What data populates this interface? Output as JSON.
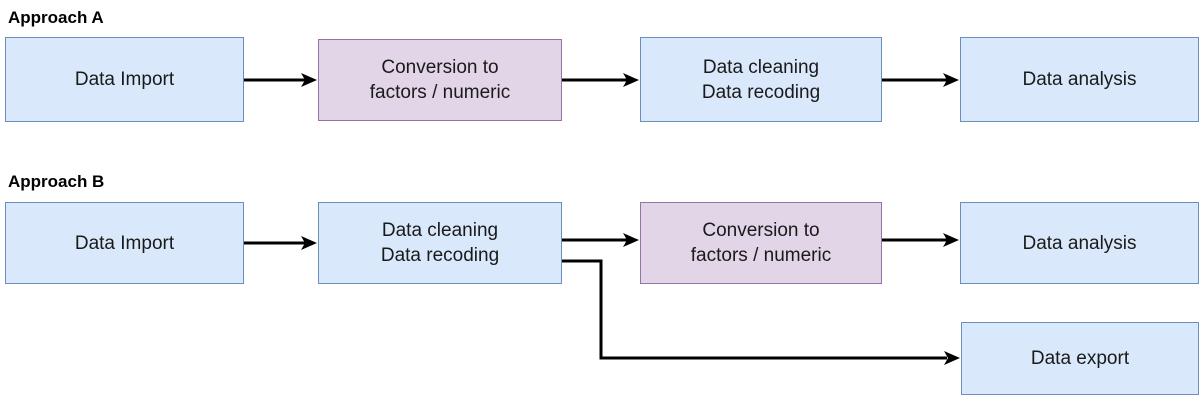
{
  "diagram": {
    "type": "flowchart",
    "title_a": "Approach A",
    "title_b": "Approach B",
    "colors": {
      "blue_fill": "#dae8fc",
      "blue_stroke": "#6c8ebf",
      "purple_fill": "#e1d5e7",
      "purple_stroke": "#9673a6",
      "edge": "#000000",
      "text": "#1a1a1a",
      "background": "#ffffff"
    },
    "approach_a": {
      "heading": "Approach A",
      "nodes": [
        {
          "id": "a-data-import",
          "label": "Data Import",
          "style": "blue"
        },
        {
          "id": "a-conversion",
          "label": "Conversion to\nfactors / numeric",
          "style": "purple"
        },
        {
          "id": "a-data-cleaning",
          "label": "Data cleaning\nData recoding",
          "style": "blue"
        },
        {
          "id": "a-data-analysis",
          "label": "Data analysis",
          "style": "blue"
        }
      ],
      "edges": [
        {
          "from": "a-data-import",
          "to": "a-conversion"
        },
        {
          "from": "a-conversion",
          "to": "a-data-cleaning"
        },
        {
          "from": "a-data-cleaning",
          "to": "a-data-analysis"
        }
      ]
    },
    "approach_b": {
      "heading": "Approach B",
      "nodes": [
        {
          "id": "b-data-import",
          "label": "Data Import",
          "style": "blue"
        },
        {
          "id": "b-data-cleaning",
          "label": "Data cleaning\nData recoding",
          "style": "blue"
        },
        {
          "id": "b-conversion",
          "label": "Conversion to\nfactors / numeric",
          "style": "purple"
        },
        {
          "id": "b-data-analysis",
          "label": "Data analysis",
          "style": "blue"
        },
        {
          "id": "b-data-export",
          "label": "Data export",
          "style": "blue"
        }
      ],
      "edges": [
        {
          "from": "b-data-import",
          "to": "b-data-cleaning"
        },
        {
          "from": "b-data-cleaning",
          "to": "b-conversion"
        },
        {
          "from": "b-conversion",
          "to": "b-data-analysis"
        },
        {
          "from": "b-data-cleaning",
          "to": "b-data-export"
        }
      ]
    }
  }
}
